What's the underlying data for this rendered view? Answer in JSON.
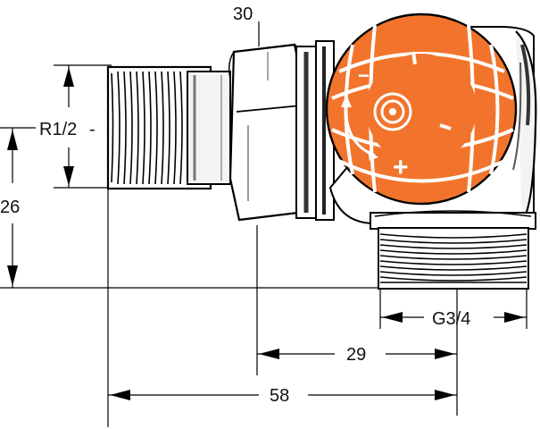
{
  "diagram": {
    "dimensions": {
      "hex_width": "30",
      "thread_inlet": "R1/2",
      "height": "26",
      "thread_outlet": "G3/4",
      "offset_short": "29",
      "offset_long": "58"
    },
    "colors": {
      "handle": "#f2742c",
      "handle_grip": "#ffffff",
      "line": "#000000",
      "metal_light": "#e8e8e8",
      "metal_dark": "#555555"
    },
    "knob_symbols": [
      "−",
      "+",
      "∘",
      "↻"
    ]
  }
}
